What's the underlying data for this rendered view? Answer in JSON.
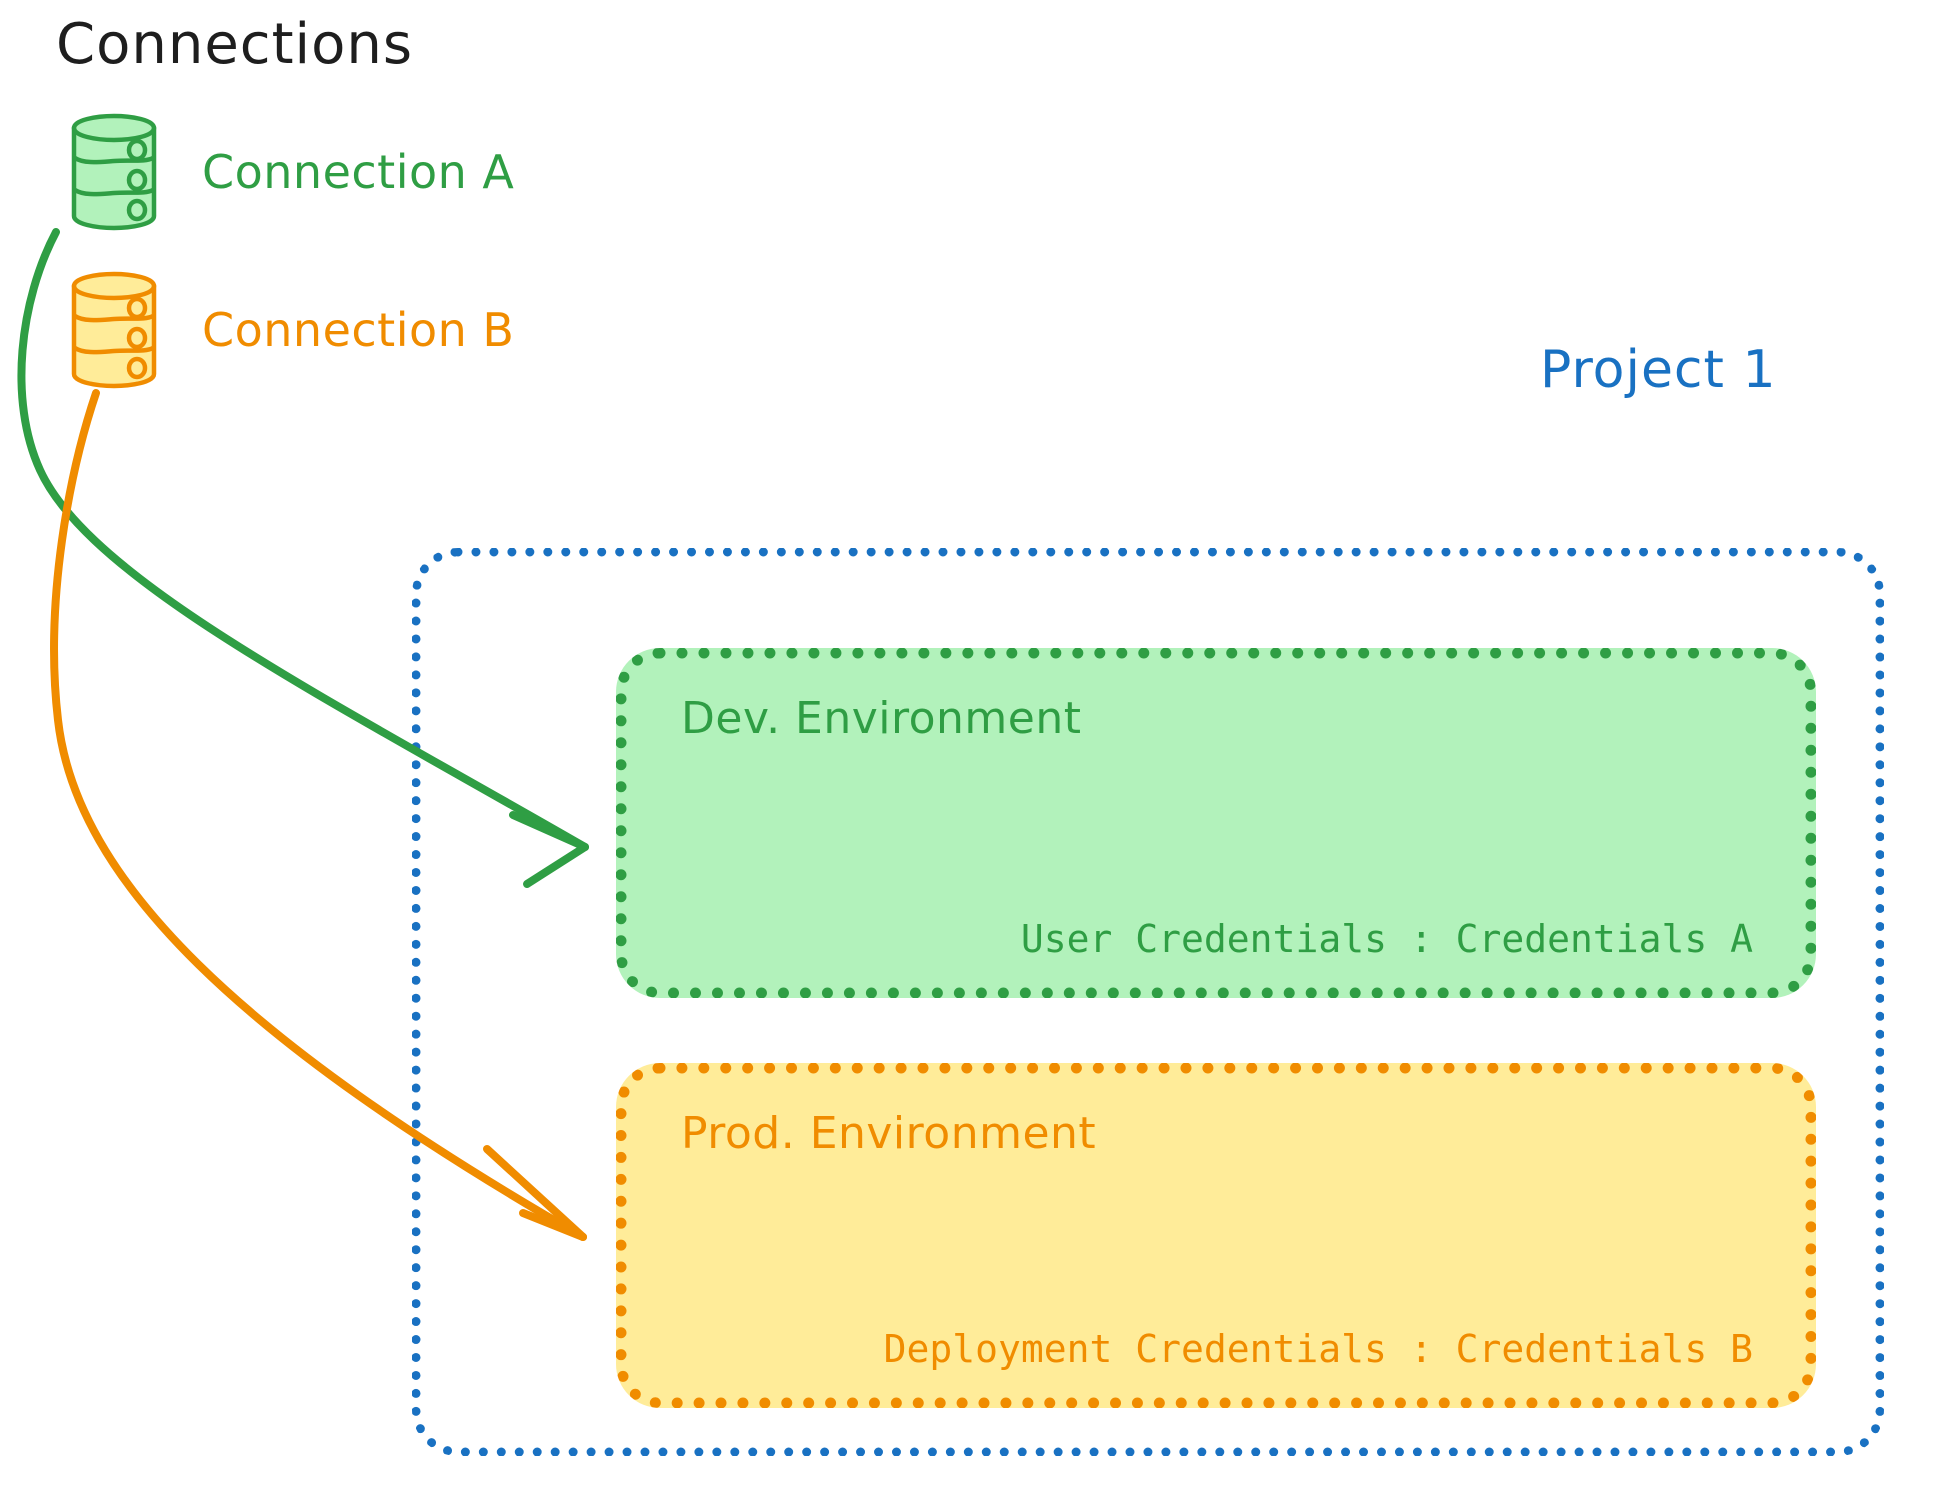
{
  "diagram": {
    "title": "Connections",
    "title_color": "#1e1e1e",
    "background": "#ffffff"
  },
  "connections": {
    "heading": "Connections",
    "items": [
      {
        "id": "connection-a",
        "label": "Connection A",
        "icon": "database-cylinder-icon",
        "color": "#2f9e44",
        "fill": "#b2f2bb"
      },
      {
        "id": "connection-b",
        "label": "Connection B",
        "icon": "database-cylinder-icon",
        "color": "#f08c00",
        "fill": "#ffec99"
      }
    ]
  },
  "project": {
    "label": "Project 1",
    "color": "#1971c2",
    "border_style": "dotted",
    "environments": [
      {
        "id": "dev-environment",
        "title": "Dev. Environment",
        "credentials_label": "User Credentials",
        "credentials_separator": ":",
        "credentials_value": "Credentials A",
        "credentials_line": "User Credentials : Credentials A",
        "color": "#2f9e44",
        "fill": "#b2f2bb"
      },
      {
        "id": "prod-environment",
        "title": "Prod. Environment",
        "credentials_label": "Deployment Credentials",
        "credentials_separator": ":",
        "credentials_value": "Credentials B",
        "credentials_line": "Deployment Credentials : Credentials B",
        "color": "#f08c00",
        "fill": "#ffec99"
      }
    ]
  },
  "arrows": [
    {
      "id": "arrow-connection-a-to-dev",
      "from": "connection-a",
      "to": "dev-environment",
      "color": "#2f9e44"
    },
    {
      "id": "arrow-connection-b-to-prod",
      "from": "connection-b",
      "to": "prod-environment",
      "color": "#f08c00"
    }
  ]
}
